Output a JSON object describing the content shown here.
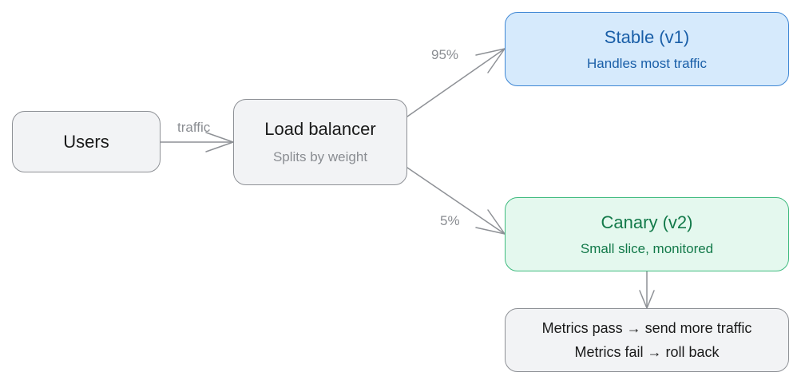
{
  "nodes": {
    "users": {
      "title": "Users"
    },
    "load_balancer": {
      "title": "Load balancer",
      "subtitle": "Splits by weight"
    },
    "stable": {
      "title": "Stable (v1)",
      "subtitle": "Handles most traffic"
    },
    "canary": {
      "title": "Canary (v2)",
      "subtitle": "Small slice, monitored"
    },
    "metrics": {
      "line1": "Metrics pass → send more traffic",
      "line2": "Metrics fail → roll back"
    }
  },
  "edges": {
    "users_to_lb": "traffic",
    "lb_to_stable": "95%",
    "lb_to_canary": "5%"
  },
  "colors": {
    "stable_fill": "#d6eafc",
    "stable_border": "#3f87d4",
    "canary_fill": "#e4f8ee",
    "canary_border": "#3fbb7f",
    "neutral_fill": "#f2f3f5",
    "neutral_border": "#8e9196",
    "arrow": "#8e9196"
  }
}
